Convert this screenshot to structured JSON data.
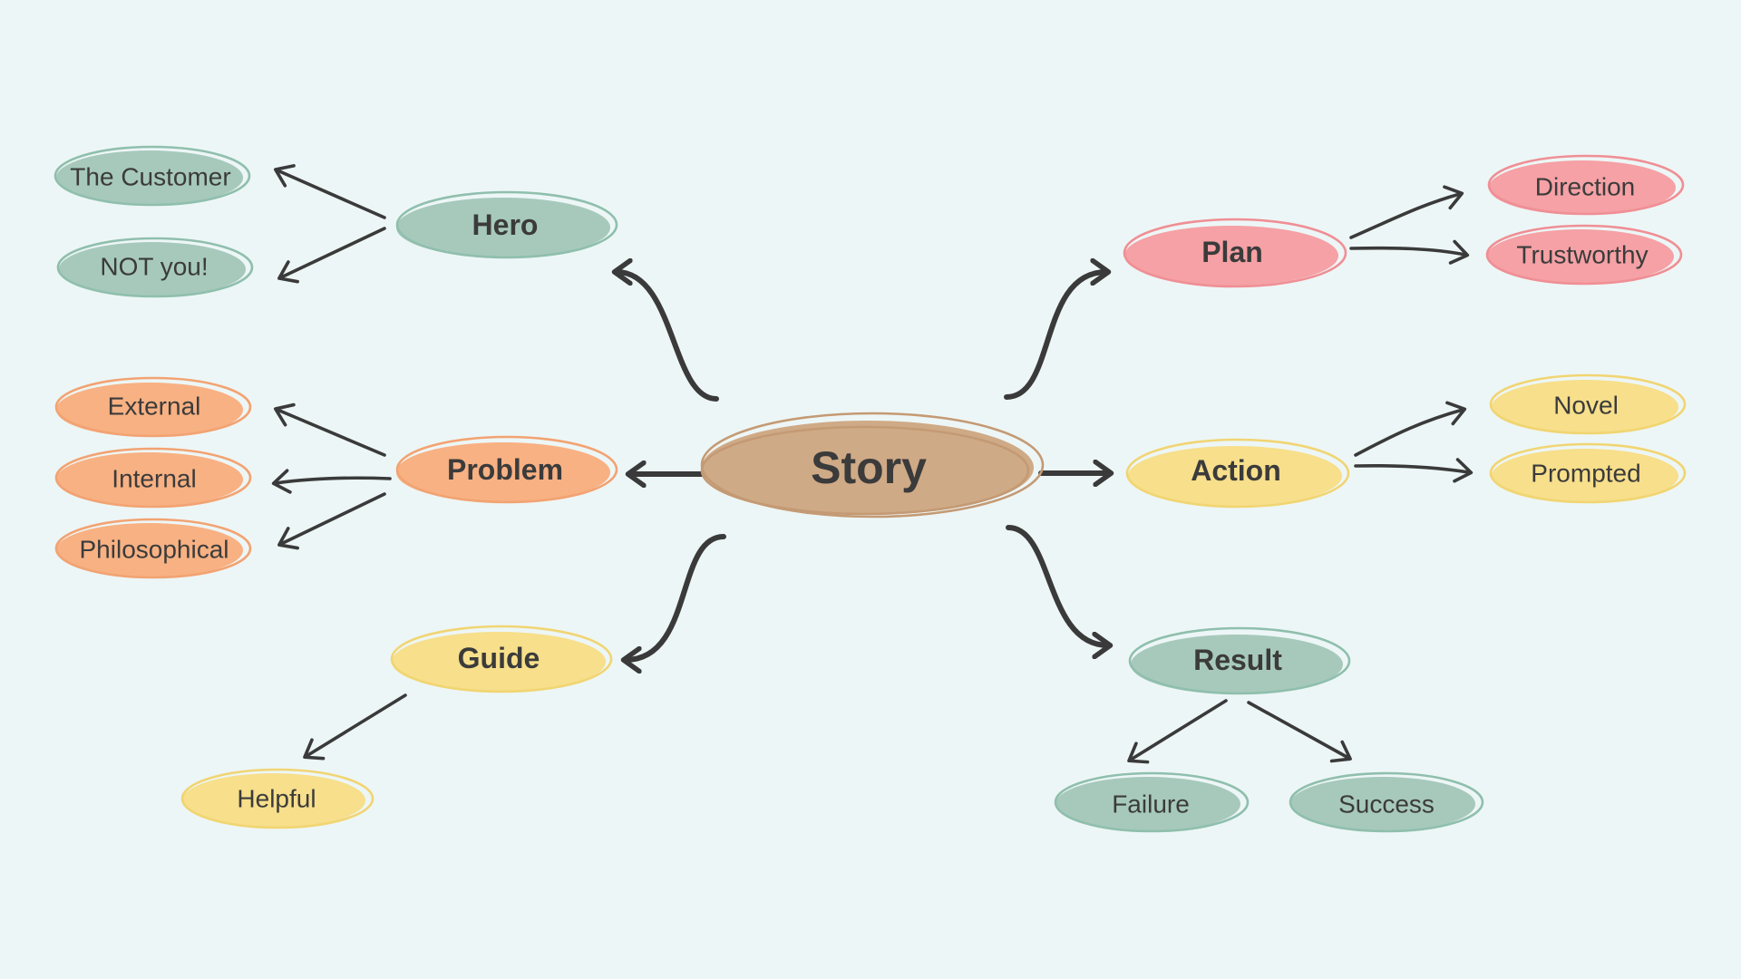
{
  "background": "#edf6f6",
  "palette": {
    "tan": {
      "fill": "#cfaa86",
      "stroke": "#c49a74"
    },
    "green": {
      "fill": "#a7c9bc",
      "stroke": "#8fbfad"
    },
    "orange": {
      "fill": "#f8b183",
      "stroke": "#f2a372"
    },
    "pink": {
      "fill": "#f5a1a5",
      "stroke": "#ef8f95"
    },
    "yellow": {
      "fill": "#f7df8b",
      "stroke": "#f1d572"
    }
  },
  "root": {
    "label": "Story",
    "color": "tan"
  },
  "branches": [
    {
      "id": "hero",
      "label": "Hero",
      "color": "green",
      "children": [
        "The Customer",
        "NOT you!"
      ]
    },
    {
      "id": "problem",
      "label": "Problem",
      "color": "orange",
      "children": [
        "External",
        "Internal",
        "Philosophical"
      ]
    },
    {
      "id": "guide",
      "label": "Guide",
      "color": "yellow",
      "children": [
        "Helpful"
      ]
    },
    {
      "id": "plan",
      "label": "Plan",
      "color": "pink",
      "children": [
        "Direction",
        "Trustworthy"
      ]
    },
    {
      "id": "action",
      "label": "Action",
      "color": "yellow",
      "children": [
        "Novel",
        "Prompted"
      ]
    },
    {
      "id": "result",
      "label": "Result",
      "color": "green",
      "children": [
        "Failure",
        "Success"
      ]
    }
  ]
}
